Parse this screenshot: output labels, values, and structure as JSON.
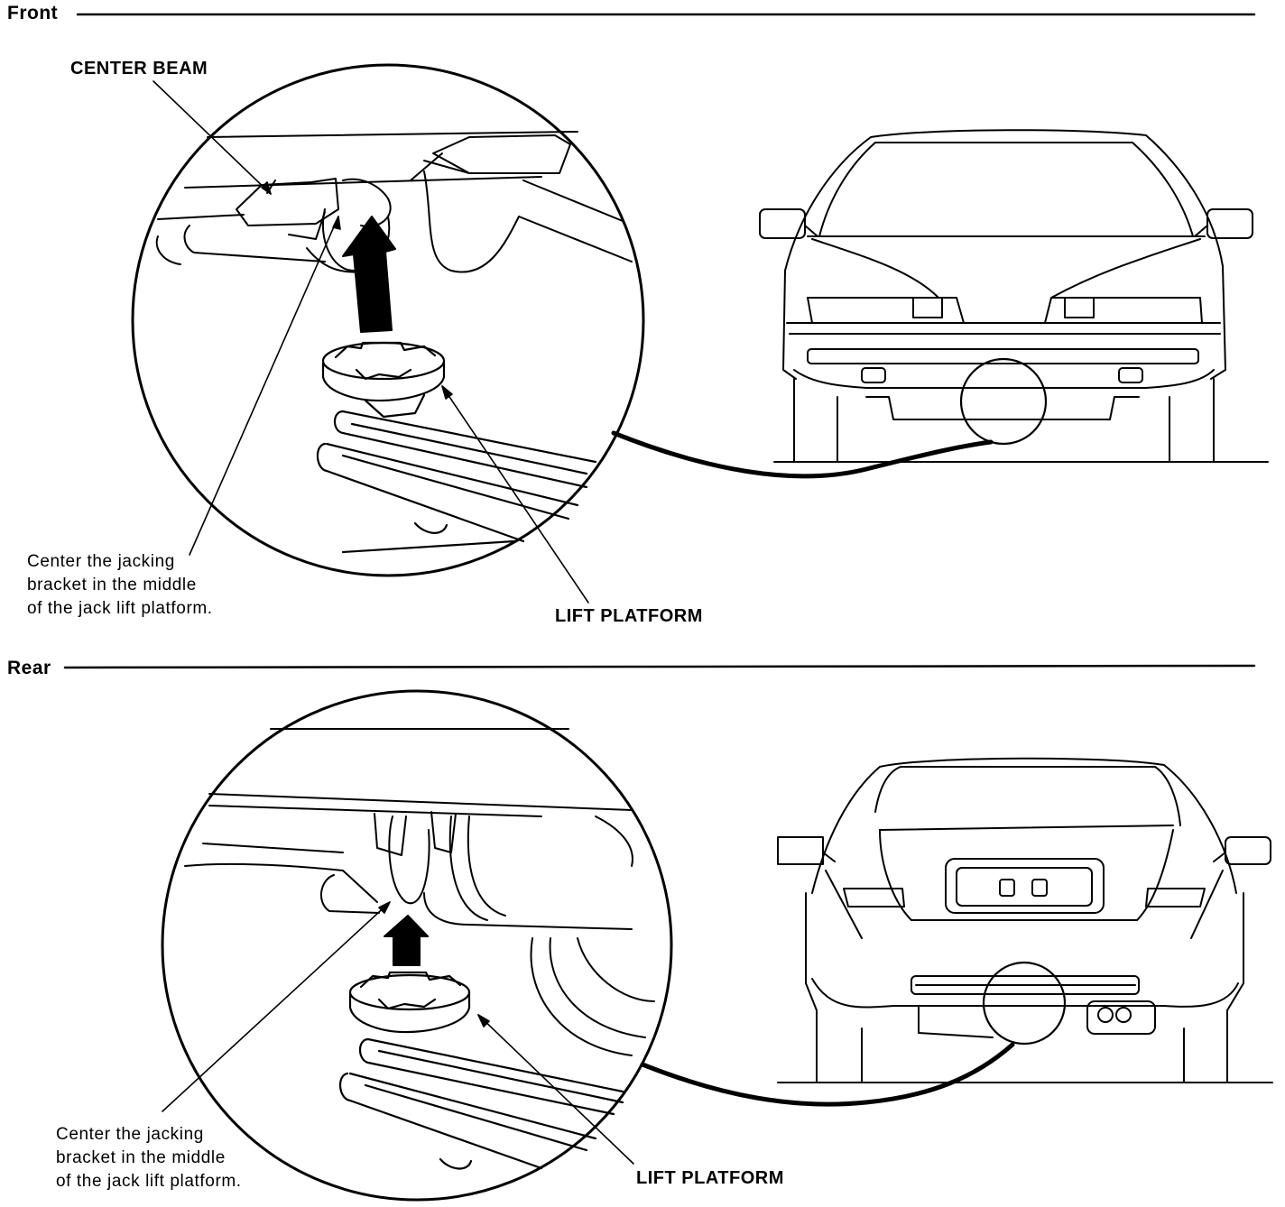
{
  "sections": {
    "front": {
      "title": "Front",
      "callout_beam": "CENTER BEAM",
      "note": [
        "Center the jacking",
        "bracket in the middle",
        "of the jack lift platform."
      ],
      "callout_platform": "LIFT PLATFORM"
    },
    "rear": {
      "title": "Rear",
      "note": [
        "Center the jacking",
        "bracket in the middle",
        "of the jack lift platform."
      ],
      "callout_platform": "LIFT PLATFORM"
    }
  },
  "colors": {
    "ink": "#000000",
    "paper": "#ffffff"
  }
}
